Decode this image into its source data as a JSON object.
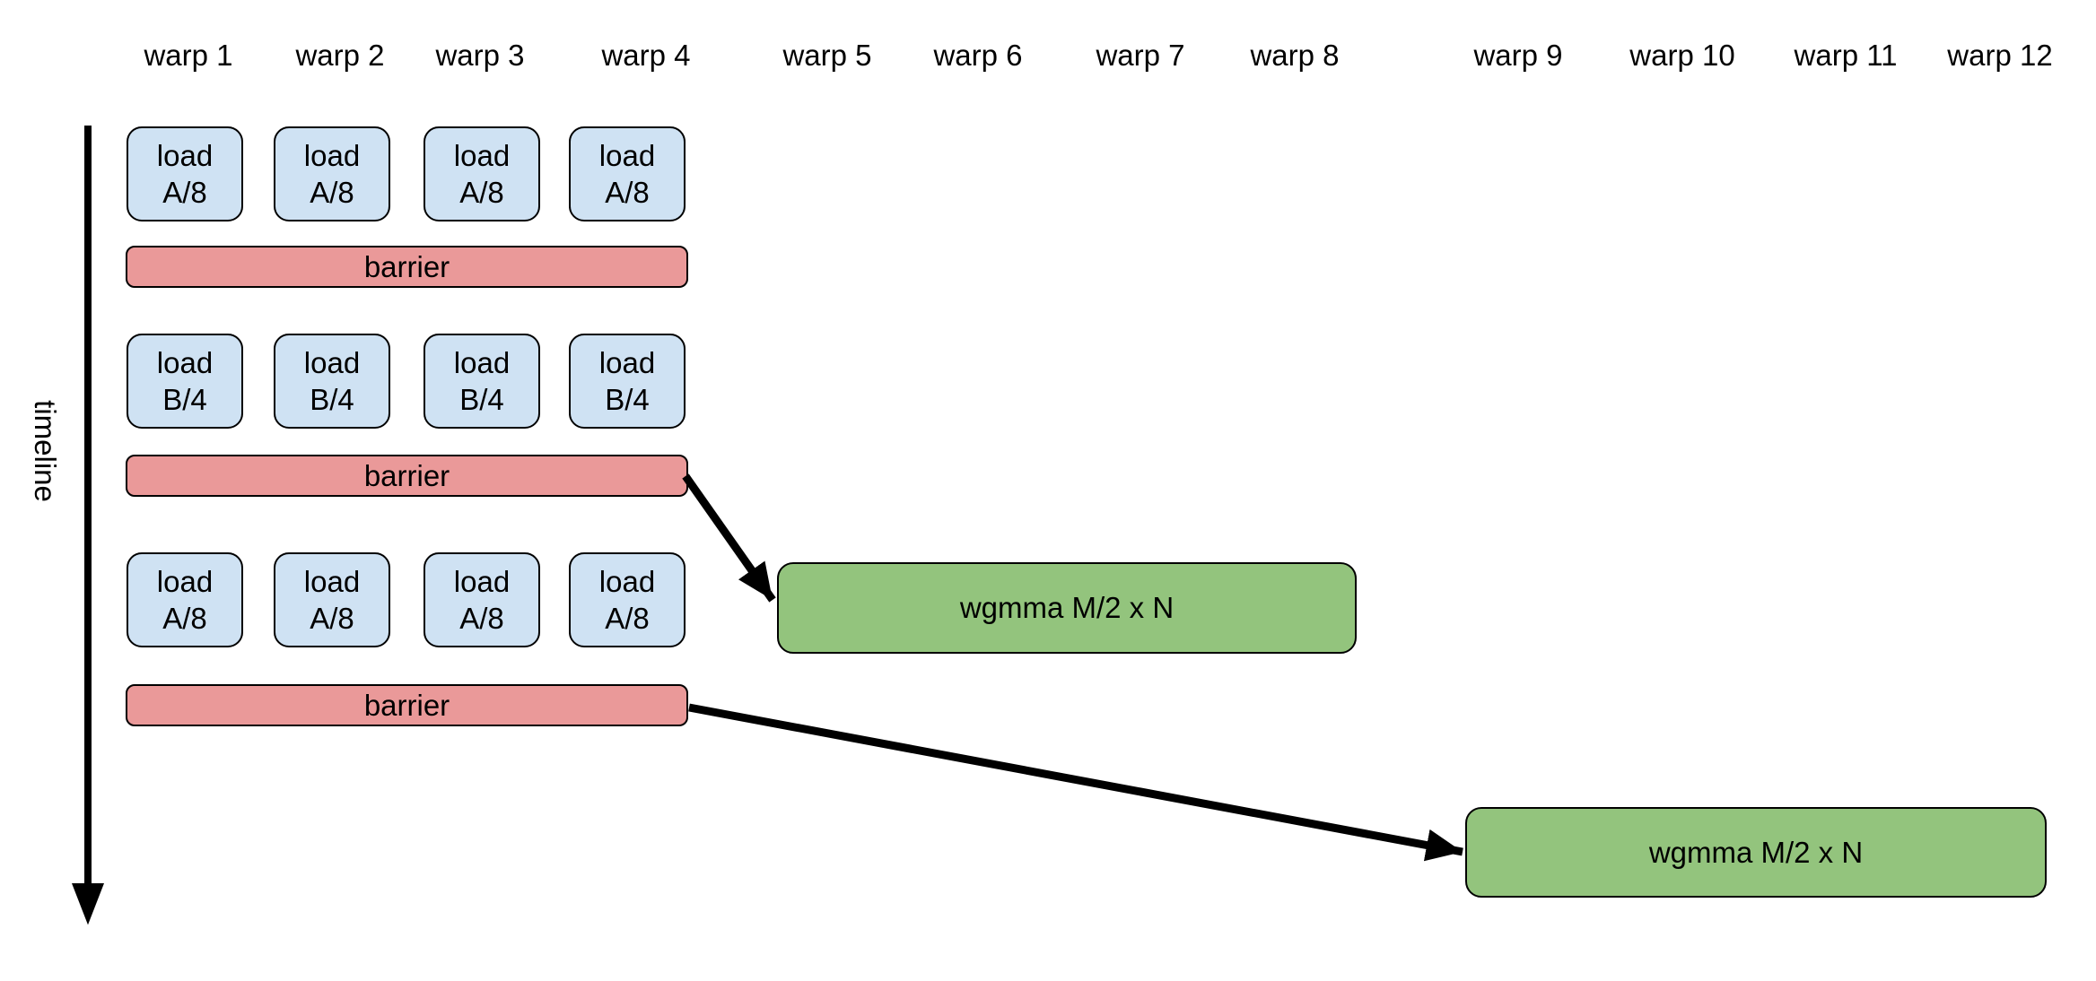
{
  "colors": {
    "background": "#ffffff",
    "text": "#000000",
    "border": "#000000",
    "arrow": "#000000",
    "load_fill": "#cfe2f3",
    "barrier_fill": "#ea9999",
    "wgmma_fill": "#93c47d"
  },
  "header": {
    "warp_labels": [
      "warp 1",
      "warp 2",
      "warp 3",
      "warp 4",
      "warp 5",
      "warp 6",
      "warp 7",
      "warp 8",
      "warp 9",
      "warp 10",
      "warp 11",
      "warp 12"
    ]
  },
  "timeline": {
    "label": "timeline"
  },
  "sequence": [
    {
      "kind": "load_row",
      "boxes": [
        {
          "line1": "load",
          "line2": "A/8"
        },
        {
          "line1": "load",
          "line2": "A/8"
        },
        {
          "line1": "load",
          "line2": "A/8"
        },
        {
          "line1": "load",
          "line2": "A/8"
        }
      ]
    },
    {
      "kind": "barrier",
      "label": "barrier"
    },
    {
      "kind": "load_row",
      "boxes": [
        {
          "line1": "load",
          "line2": "B/4"
        },
        {
          "line1": "load",
          "line2": "B/4"
        },
        {
          "line1": "load",
          "line2": "B/4"
        },
        {
          "line1": "load",
          "line2": "B/4"
        }
      ]
    },
    {
      "kind": "barrier",
      "label": "barrier"
    },
    {
      "kind": "load_row",
      "boxes": [
        {
          "line1": "load",
          "line2": "A/8"
        },
        {
          "line1": "load",
          "line2": "A/8"
        },
        {
          "line1": "load",
          "line2": "A/8"
        },
        {
          "line1": "load",
          "line2": "A/8"
        }
      ]
    },
    {
      "kind": "barrier",
      "label": "barrier"
    }
  ],
  "wgmma_boxes": [
    {
      "label": "wgmma M/2 x N"
    },
    {
      "label": "wgmma M/2 x N"
    }
  ]
}
